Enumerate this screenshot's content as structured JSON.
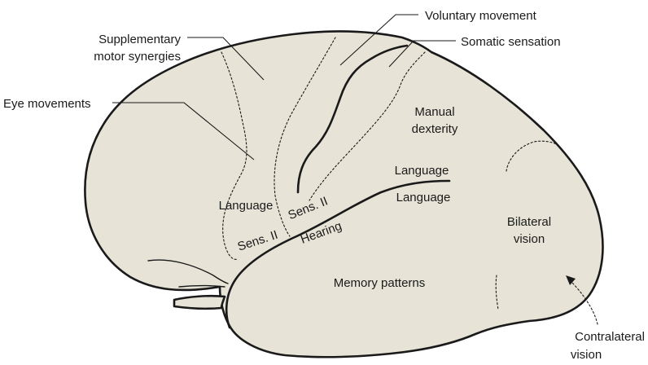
{
  "labels": {
    "voluntary_movement": "Voluntary movement",
    "supplementary_1": "Supplementary",
    "supplementary_2": "motor synergies",
    "somatic_sensation": "Somatic sensation",
    "eye_movements": "Eye movements",
    "manual_1": "Manual",
    "manual_2": "dexterity",
    "language_upper": "Language",
    "language_lower": "Language",
    "language_frontal": "Language",
    "sens_ii_left": "Sens. II",
    "sens_ii_right": "Sens. II",
    "hearing": "Hearing",
    "bilateral_1": "Bilateral",
    "bilateral_2": "vision",
    "memory": "Memory patterns",
    "contralateral_1": "Contralateral",
    "contralateral_2": "vision"
  },
  "colors": {
    "brain_fill": "#e7e3d7",
    "line": "#1a1a1a",
    "background": "#ffffff"
  }
}
